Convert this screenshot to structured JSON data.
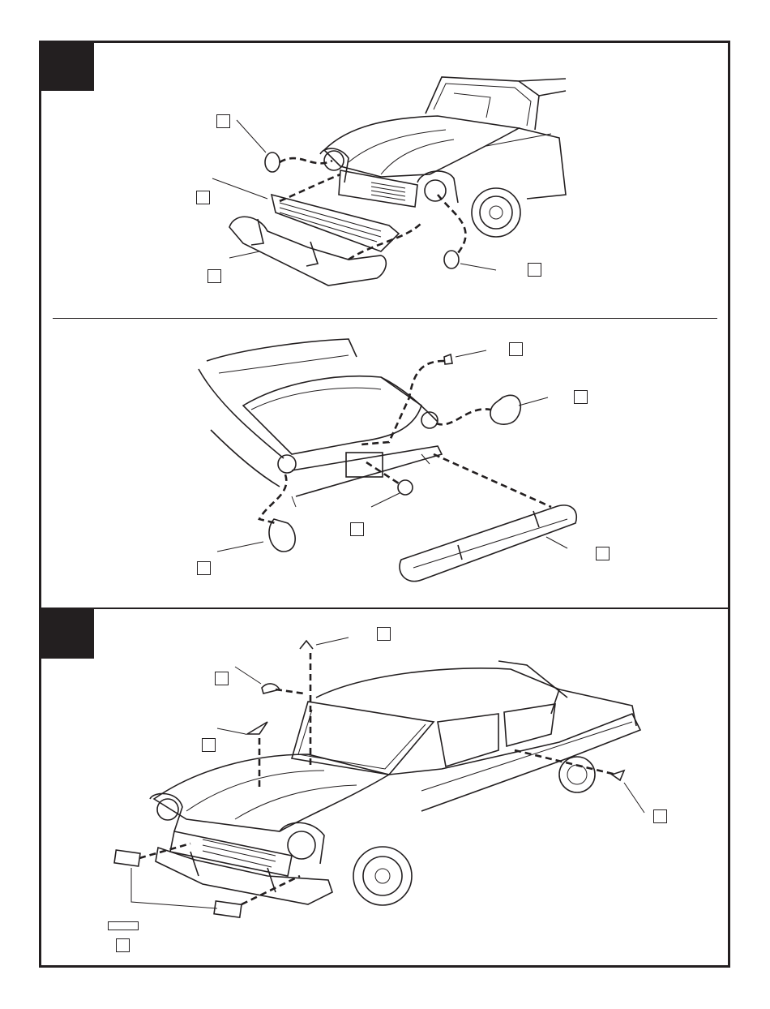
{
  "page": {
    "steps": [
      {
        "id": "step-1",
        "number_label": ""
      },
      {
        "id": "step-2",
        "number_label": ""
      }
    ],
    "callouts": {
      "front_headlight_lens": "",
      "grille": "",
      "front_bumper": "",
      "front_parking_lens": "",
      "rear_small_part": "",
      "right_taillight": "",
      "license_light": "",
      "rear_bumper": "",
      "left_taillight": "",
      "roof_antenna": "",
      "hood_ornament": "",
      "hood_emblem": "",
      "side_mirror": "",
      "decal_number": ""
    }
  },
  "colors": {
    "ink": "#231f20",
    "paper": "#ffffff"
  },
  "icons": [
    "step-badge",
    "part-number-box",
    "decal-box"
  ]
}
